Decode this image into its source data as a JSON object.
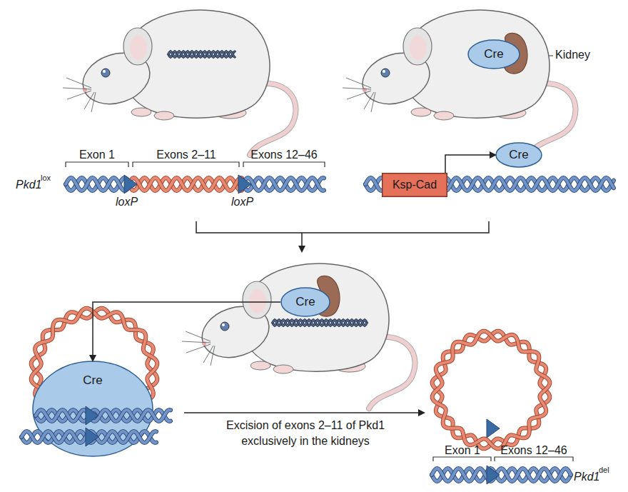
{
  "diagram": {
    "nodes": [
      {
        "text": [
          "Cre"
        ]
      },
      {
        "text": [
          "Ksp-Cad"
        ]
      },
      {
        "text": [
          "Cre"
        ]
      },
      {
        "text": [
          "Cre"
        ]
      },
      {
        "text": [
          "Cre"
        ]
      }
    ],
    "edges": [
      {
        "from": 1,
        "to": 2,
        "arrow": "to"
      },
      {
        "from": 3,
        "to": 4,
        "arrow": "to"
      }
    ],
    "labels": [
      "Exon 1",
      "Exons 2–11",
      "Exons 12–46",
      "Pkd1",
      "lox",
      "loxP",
      "loxP",
      "Kidney",
      "Excision of exons 2–11 of Pkd1 exclusively in the kidneys",
      "Exon 1",
      "Exons 12–46",
      "Pkd1",
      "del"
    ]
  }
}
